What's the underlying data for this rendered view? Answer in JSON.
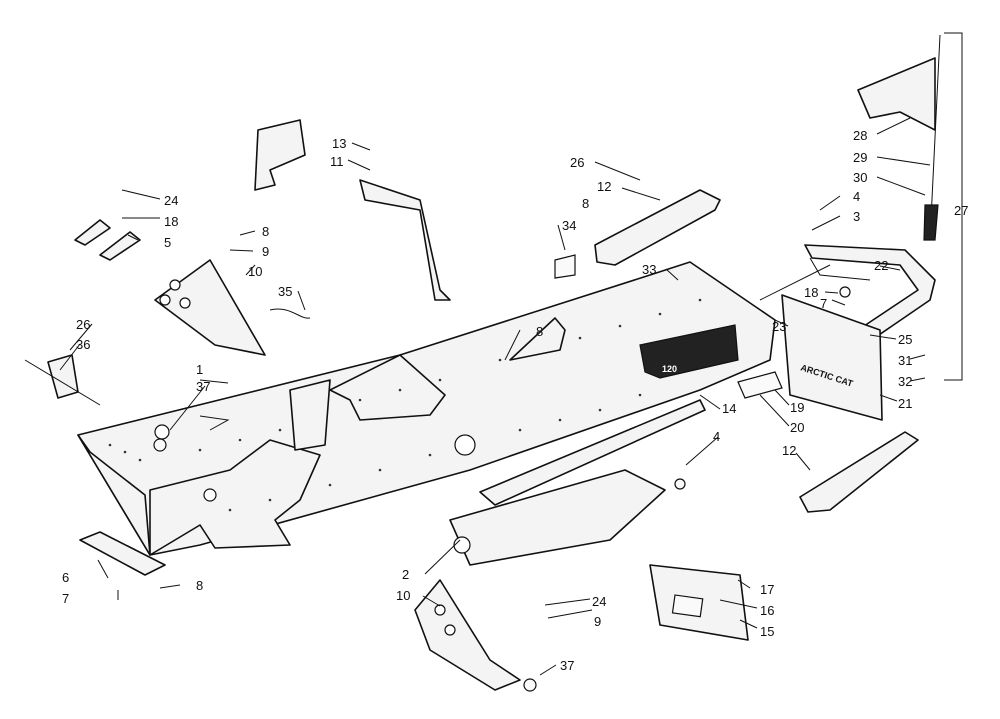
{
  "callouts": {
    "c1": "1",
    "c2": "2",
    "c3": "3",
    "c4a": "4",
    "c4b": "4",
    "c5": "5",
    "c6": "6",
    "c7a": "7",
    "c7b": "7",
    "c8a": "8",
    "c8b": "8",
    "c8c": "8",
    "c8d": "8",
    "c9a": "9",
    "c9b": "9",
    "c10a": "10",
    "c10b": "10",
    "c11": "11",
    "c12a": "12",
    "c12b": "12",
    "c13": "13",
    "c14": "14",
    "c15": "15",
    "c16": "16",
    "c17": "17",
    "c18a": "18",
    "c18b": "18",
    "c19": "19",
    "c20": "20",
    "c21": "21",
    "c22": "22",
    "c23": "23",
    "c24a": "24",
    "c24b": "24",
    "c25": "25",
    "c26a": "26",
    "c26b": "26",
    "c27": "27",
    "c28": "28",
    "c29": "29",
    "c30": "30",
    "c31": "31",
    "c32": "32",
    "c33": "33",
    "c34": "34",
    "c35": "35",
    "c36": "36",
    "c37a": "37",
    "c37b": "37"
  },
  "decals": {
    "flap_text": "ARCTIC CAT",
    "tunnel_model": "120"
  },
  "colors": {
    "line": "#111111",
    "fill": "#f4f4f4",
    "background": "#ffffff"
  }
}
